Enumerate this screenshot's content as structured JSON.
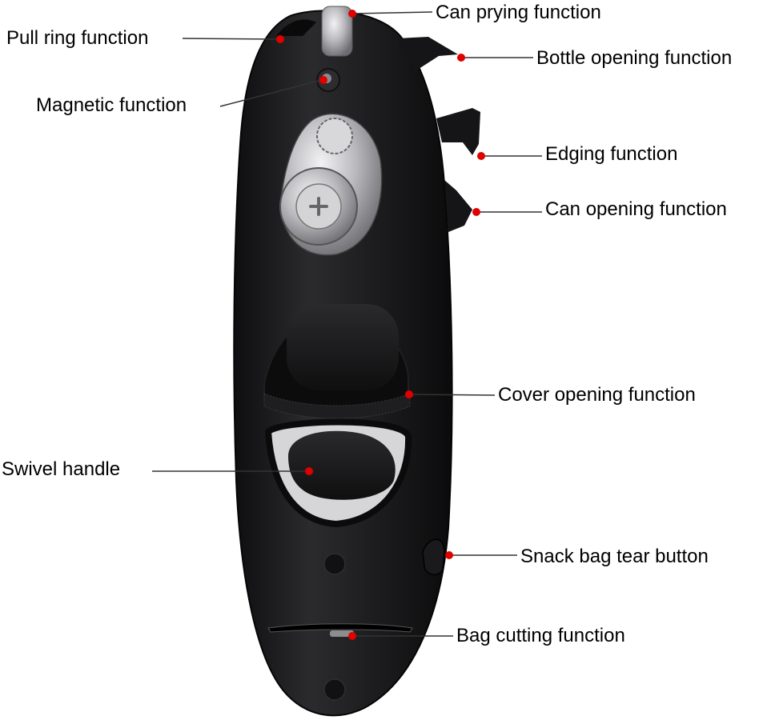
{
  "labels": {
    "can_prying": "Can prying function",
    "pull_ring": "Pull ring function",
    "bottle_opening": "Bottle opening function",
    "magnetic": "Magnetic function",
    "edging": "Edging function",
    "can_opening": "Can opening function",
    "cover_opening": "Cover opening function",
    "swivel_handle": "Swivel handle",
    "snack_bag_tear": "Snack bag tear button",
    "bag_cutting": "Bag cutting function"
  },
  "colors": {
    "body": "#1c1c1e",
    "body_highlight": "#3a3a3d",
    "metal": "#c9c9cc",
    "marker": "#e00000",
    "leader_line": "#333333",
    "text": "#000000",
    "background": "#ffffff"
  }
}
